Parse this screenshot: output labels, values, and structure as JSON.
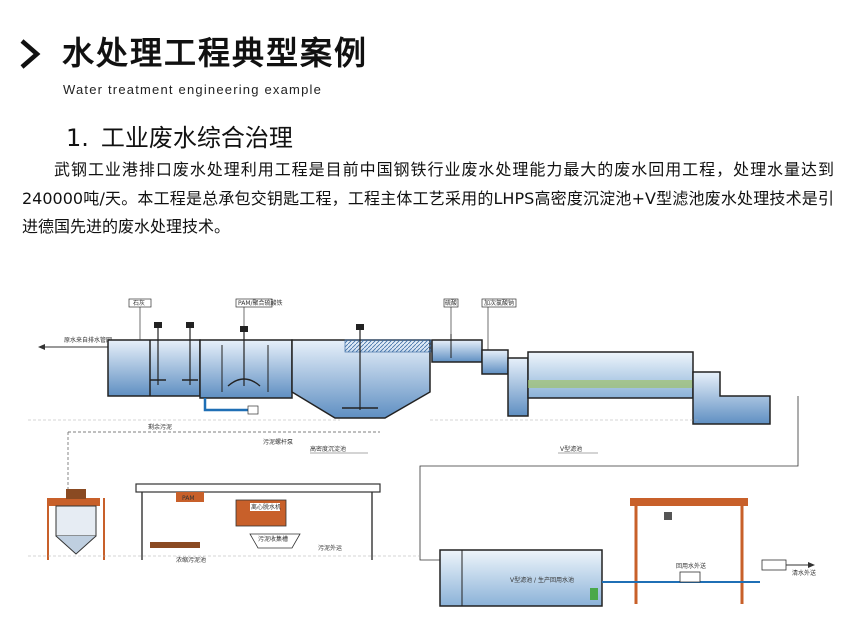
{
  "header": {
    "title": "水处理工程典型案例",
    "subtitle": "Water treatment engineering example"
  },
  "section": {
    "number": "1.",
    "heading": "工业废水综合治理",
    "paragraph": "武钢工业港排口废水处理利用工程是目前中国钢铁行业废水处理能力最大的废水回用工程，处理水量达到240000吨/天。本工程是总承包交钥匙工程，工程主体工艺采用的LHPS高密度沉淀池+V型滤池废水处理技术是引进德国先进的废水处理技术。"
  },
  "diagram": {
    "labels": {
      "inlet": "原水来自排水管网",
      "dosing_1": "石灰",
      "dosing_2": "PAM/聚合硫酸铁",
      "dosing_3": "硫酸",
      "dosing_4": "加次氯酸钠",
      "sludge_return": "剩余污泥",
      "sludge_pump": "污泥螺杆泵",
      "sediment_tank": "高密度沉淀池",
      "v_filter": "V型滤池",
      "pam": "PAM",
      "centrifuge": "离心脱水机",
      "sludge_cake": "污泥外运",
      "sludge_bin": "污泥收集槽",
      "sludge_tank": "浓缩污泥池",
      "clear_tank": "V型滤池 / 生产回用水池",
      "reuse": "回用水外送",
      "outlet": "清水外送"
    },
    "colors": {
      "water": "#cfe1f3",
      "water_dark": "#6f9cc9",
      "pipe": "#1f6fb5",
      "structure": "#333333",
      "steel": "#c8602a"
    }
  }
}
